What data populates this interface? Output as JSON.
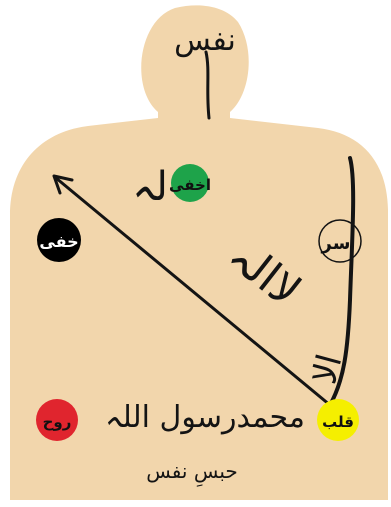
{
  "head_label": "نفس",
  "lam_ha": "لہ",
  "lailaha": "لاالہ",
  "illallah": "الا",
  "muhammad": "محمدرسول اللہ",
  "bottom_caption": "حبسِ نفس",
  "lataif": [
    {
      "key": "akhfa",
      "label": "اخفی",
      "fill": "#1ea34a",
      "text_color": "#111111"
    },
    {
      "key": "khafi",
      "label": "خفی",
      "fill": "#000000",
      "text_color": "#ffffff"
    },
    {
      "key": "sirr",
      "label": "سر",
      "fill": "none",
      "text_color": "#111111"
    },
    {
      "key": "ruh",
      "label": "روح",
      "fill": "#e0252e",
      "text_color": "#111111"
    },
    {
      "key": "qalb",
      "label": "قلب",
      "fill": "#f5ef00",
      "text_color": "#111111"
    }
  ],
  "colors": {
    "body": "#f2d6ac",
    "ink": "#141414"
  }
}
